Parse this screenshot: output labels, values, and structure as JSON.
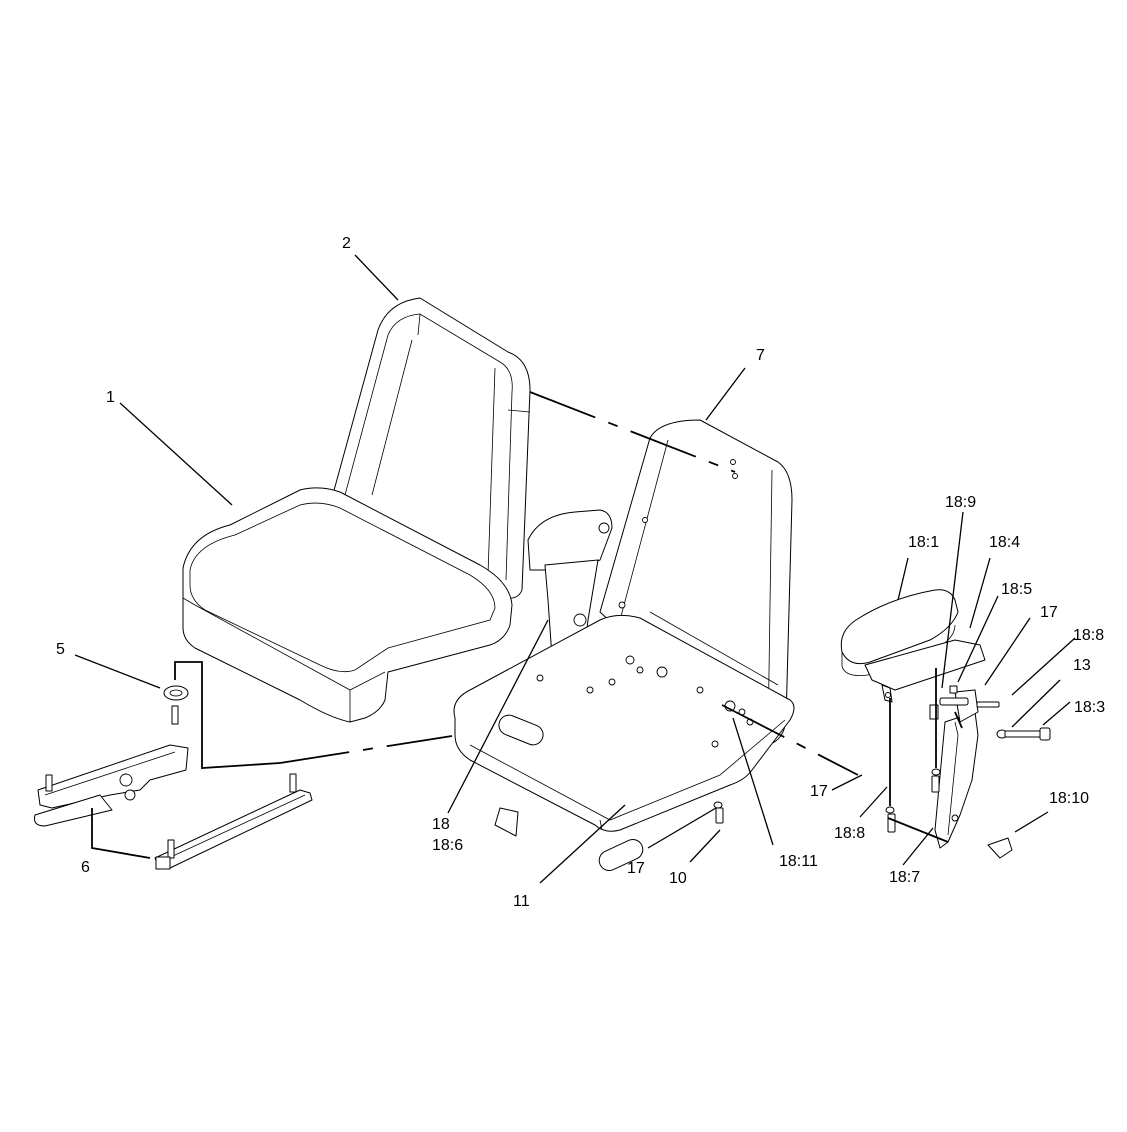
{
  "callouts": {
    "c1": "1",
    "c2": "2",
    "c5": "5",
    "c6": "6",
    "c7": "7",
    "c10": "10",
    "c11": "11",
    "c13": "13",
    "c17a": "17",
    "c17b": "17",
    "c17c": "17",
    "c18": "18",
    "c18_6": "18:6",
    "c18_1": "18:1",
    "c18_3": "18:3",
    "c18_4": "18:4",
    "c18_5": "18:5",
    "c18_7": "18:7",
    "c18_8a": "18:8",
    "c18_8b": "18:8",
    "c18_9": "18:9",
    "c18_10": "18:10",
    "c18_11": "18:11"
  }
}
